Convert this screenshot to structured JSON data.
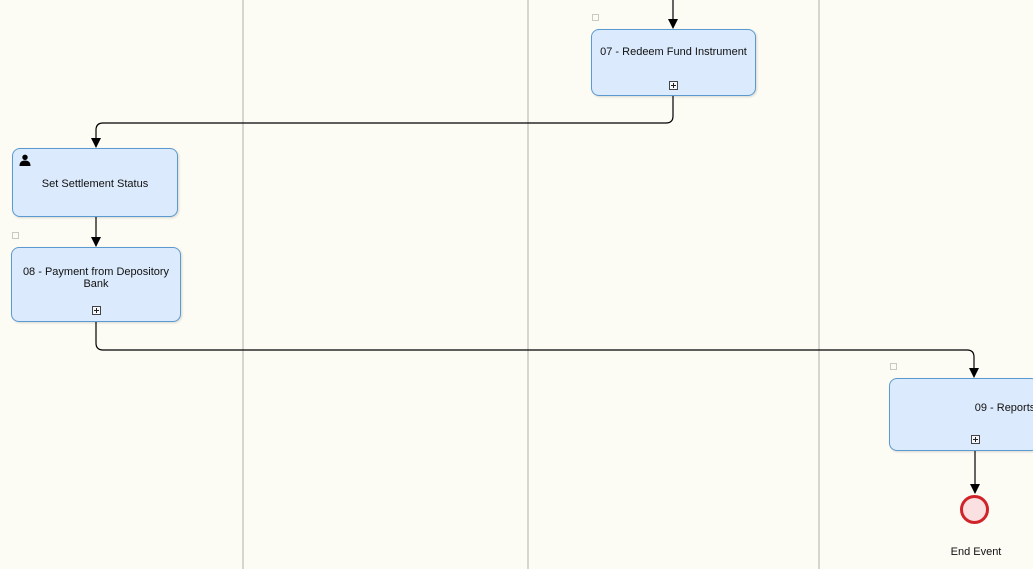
{
  "colors": {
    "background": "#fdfcf4",
    "task_fill": "#dbeafc",
    "task_border": "#5b9ad0",
    "end_event_stroke": "#d0232a",
    "end_event_fill": "#fbe0e2",
    "lane_divider": "#d6d6d0"
  },
  "tasks": [
    {
      "label": "07 - Redeem Fund Instrument",
      "type": "subprocess"
    },
    {
      "label": "Set Settlement Status",
      "type": "user-task",
      "icon": "user-icon"
    },
    {
      "label": "08 - Payment from Depository Bank",
      "type": "subprocess"
    },
    {
      "label": "09 - Reports",
      "type": "subprocess"
    }
  ],
  "end_event": {
    "label": "End Event"
  }
}
